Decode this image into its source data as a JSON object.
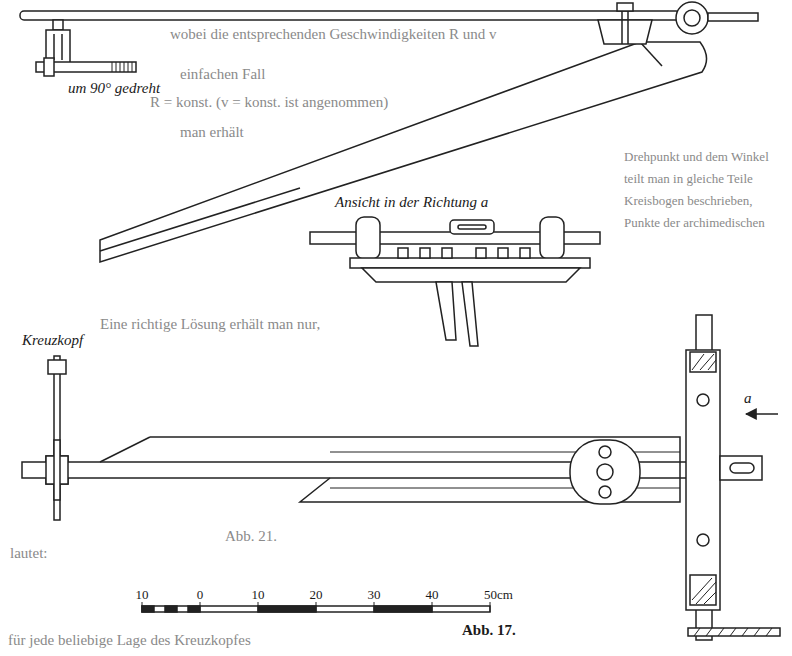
{
  "diagram": {
    "caption": "Abb. 17.",
    "labels": [
      "um 90° gedreht",
      "Ansicht in der Richtung a",
      "Kreuzkopf",
      "a",
      "10",
      "0",
      "10",
      "20",
      "30",
      "40",
      "50cm",
      "wobei die entsprechenden Geschwindigkeiten R und v",
      "einfachen Fall",
      "R = konst. (v = konst. ist angenommen)",
      "man erhält",
      "Drehpunkt und dem Winkel",
      "teilt man in gleiche Teile",
      "Kreisbogen beschrieben,",
      "Punkte der archimedischen",
      "Eine richtige Lösung erhält man nur,",
      "lautet:",
      "Abb. 21.",
      "für jede beliebige Lage des Kreuzkopfes"
    ]
  }
}
